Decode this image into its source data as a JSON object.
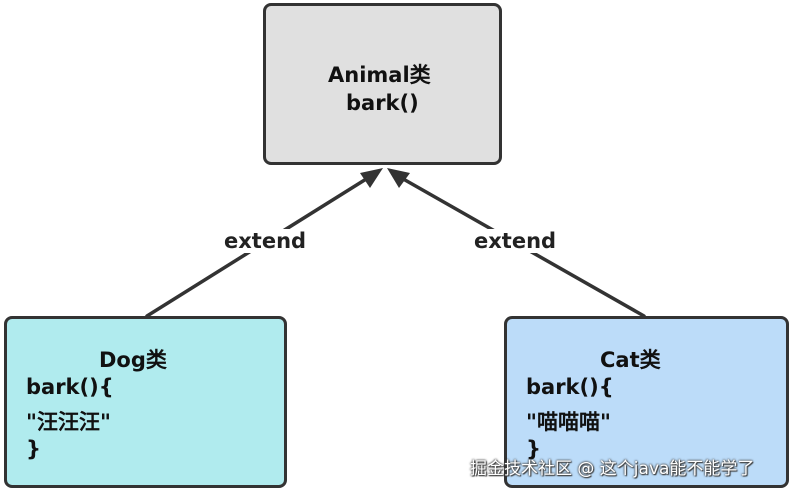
{
  "parent_class": {
    "title": "Animal类",
    "method": "bark()"
  },
  "dog_class": {
    "title": "Dog类",
    "lines": [
      "bark(){",
      "\"汪汪汪\"",
      "}"
    ]
  },
  "cat_class": {
    "title": "Cat类",
    "lines": [
      "bark(){",
      "\"喵喵喵\"",
      "}"
    ]
  },
  "edges": {
    "left_label": "extend",
    "right_label": "extend"
  },
  "watermark": "掘金技术社区 @ 这个java能不能学了",
  "colors": {
    "parent_fill": "#e0e0e0",
    "dog_fill": "#b0ebee",
    "cat_fill": "#bcdcf9",
    "border": "#333333"
  }
}
